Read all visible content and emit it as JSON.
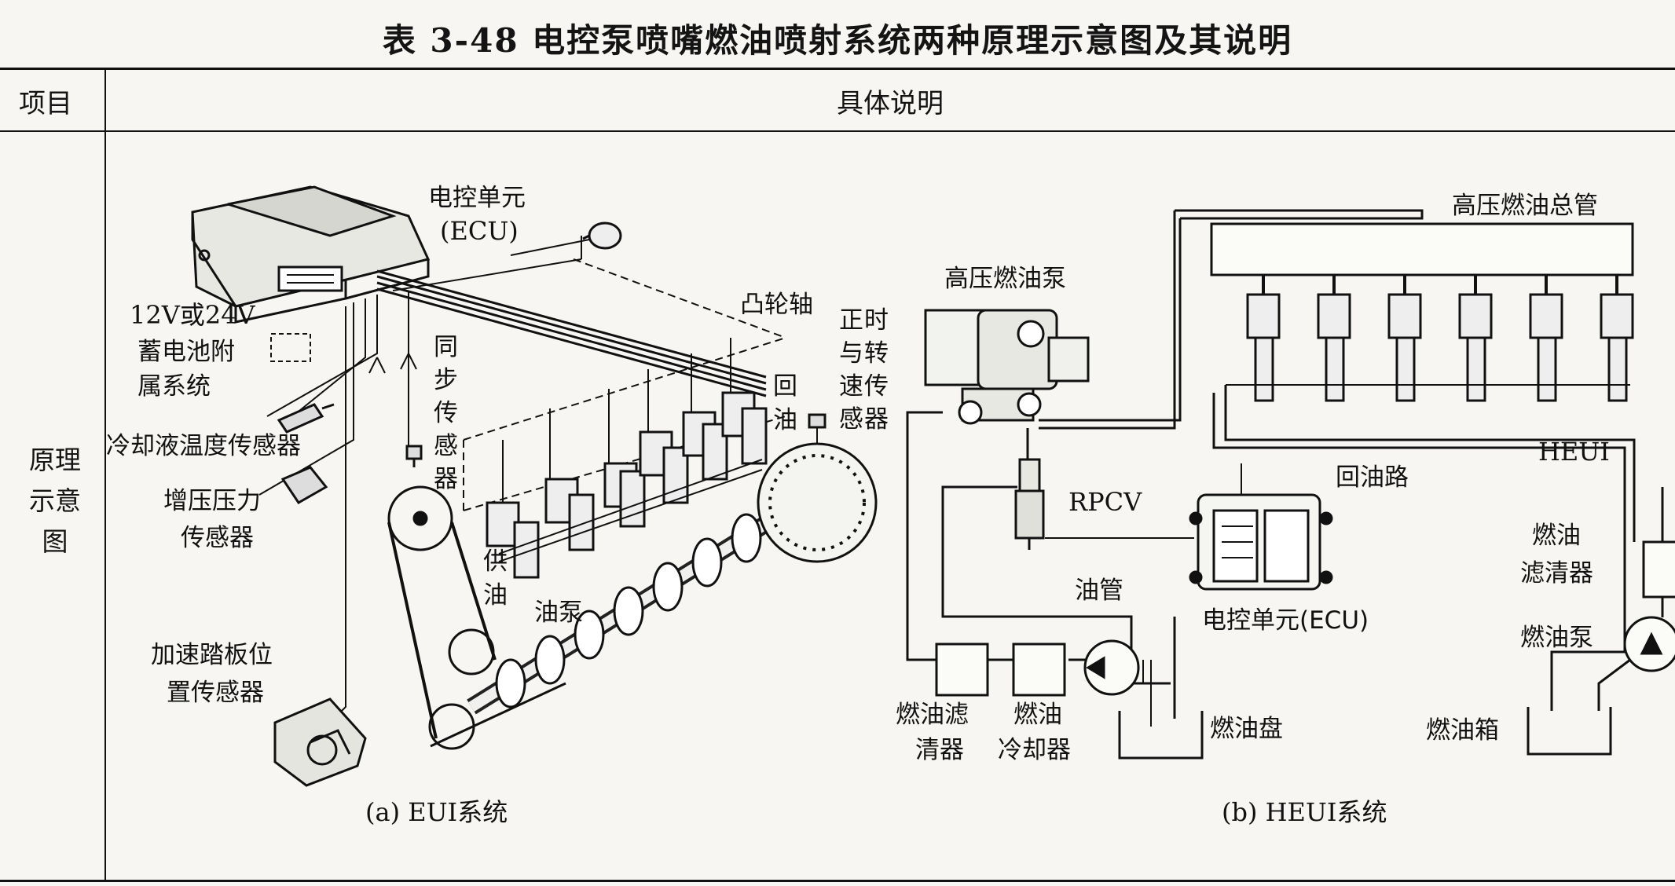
{
  "title": "表 3-48    电控泵喷嘴燃油喷射系统两种原理示意图及其说明",
  "table": {
    "header": {
      "item": "项目",
      "detail": "具体说明"
    },
    "row_label_lines": [
      "原理",
      "示意",
      "图"
    ]
  },
  "eui": {
    "caption": "(a) EUI系统",
    "ecu_line1": "电控单元",
    "ecu_line2": "(ECU)",
    "battery_line1": "12V或24V",
    "battery_line2": "蓄电池附",
    "battery_line3": "属系统",
    "coolant_sensor": "冷却液温度传感器",
    "boost_line1": "增压压力",
    "boost_line2": "传感器",
    "pedal_line1": "加速踏板位",
    "pedal_line2": "置传感器",
    "sync_sensor_chars": [
      "同",
      "步",
      "传",
      "感",
      "器"
    ],
    "camshaft": "凸轮轴",
    "timing_speed_chars": [
      [
        "正",
        "时"
      ],
      [
        "与",
        "转"
      ],
      [
        "速",
        "传"
      ],
      [
        "感",
        "器"
      ]
    ],
    "return_chars": [
      "回",
      "油"
    ],
    "supply_chars": [
      "供",
      "油"
    ],
    "oil_pump": "油泵"
  },
  "heui": {
    "caption": "(b) HEUI系统",
    "rail": "高压燃油总管",
    "hp_pump": "高压燃油泵",
    "rpcv": "RPCV",
    "heui_label": "HEUI",
    "return_line": "回油路",
    "oil_pipe": "油管",
    "ecu": "电控单元(ECU)",
    "fuel_filter_line1": "燃油",
    "fuel_filter_line2": "滤清器",
    "fuel_pump": "燃油泵",
    "fuel_tank": "燃油箱",
    "oil_pan": "燃油盘",
    "filter_line1": "燃油滤",
    "filter_line2": "清器",
    "cooler_line1": "燃油",
    "cooler_line2": "冷却器"
  }
}
